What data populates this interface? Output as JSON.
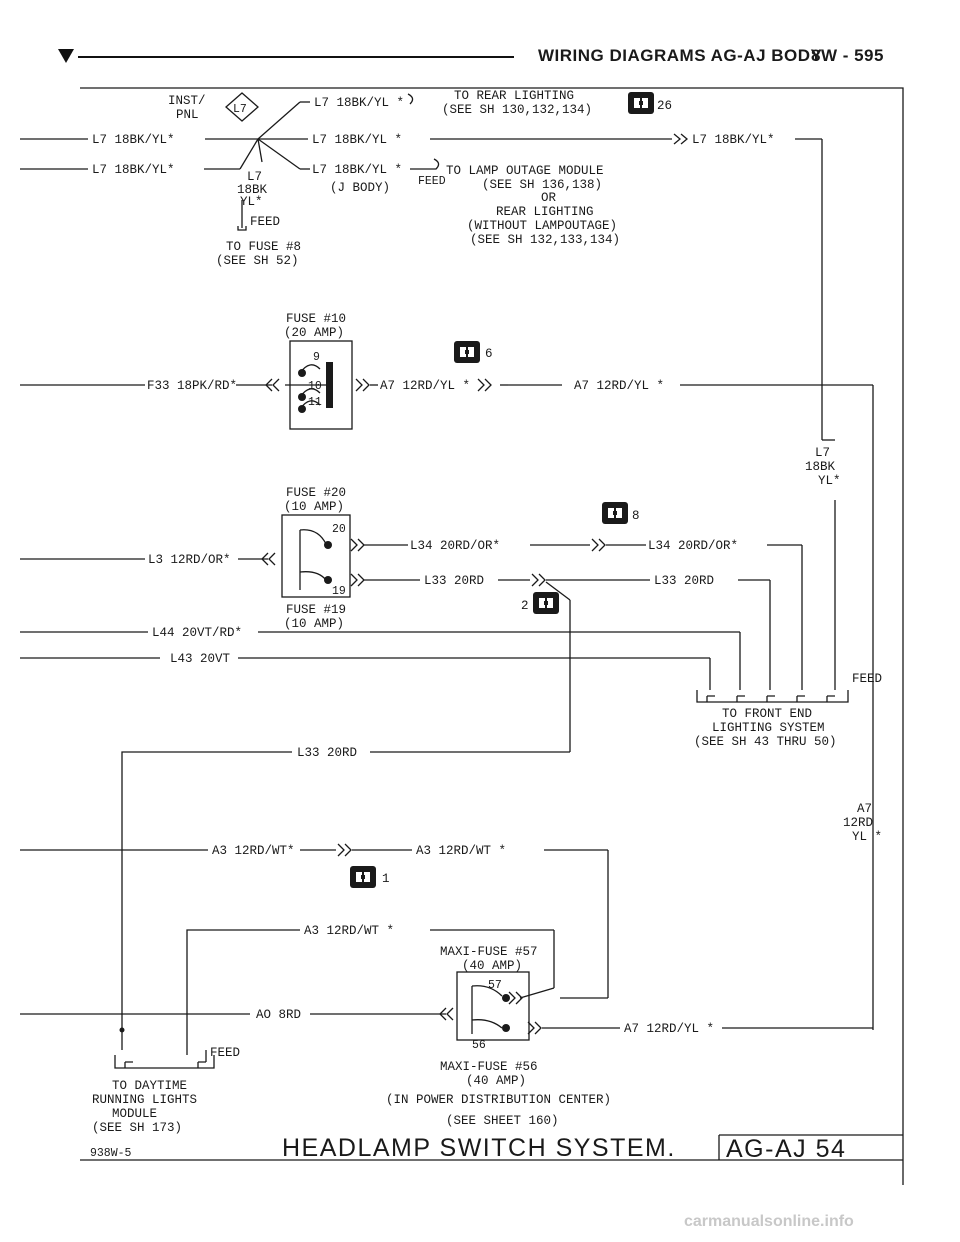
{
  "header": {
    "title": "WIRING DIAGRAMS AG-AJ BODY",
    "page": "8W - 595"
  },
  "footer": {
    "code": "938W-5",
    "system_title": "HEADLAMP SWITCH SYSTEM.",
    "sheet_ref": "AG-AJ  54"
  },
  "watermark": "carmanualsonline.info",
  "icons": {
    "connector": "connector-icon"
  },
  "connectors": {
    "c26": "26",
    "c6": "6",
    "c8": "8",
    "c2": "2",
    "c1": "1"
  },
  "labels": {
    "inst_line1": "INST/",
    "inst_line2": "PNL",
    "diamond": "L7",
    "top_wire": "L7 18BK/YL *",
    "rear_line1": "TO REAR LIGHTING",
    "rear_line2": "(SEE SH 130,132,134)",
    "left1": "L7 18BK/YL*",
    "mid1": "L7 18BK/YL *",
    "right1": "L7 18BK/YL*",
    "left2": "L7 18BK/YL*",
    "v_l7": "L7",
    "v_18bk": "18BK",
    "v_yl": "YL*",
    "mid2": "L7 18BK/YL *",
    "jbody": "(J BODY)",
    "feed_small": "FEED",
    "lamp_line1": "TO LAMP OUTAGE MODULE",
    "lamp_line2": "(SEE SH 136,138)",
    "lamp_or": "OR",
    "lamp_line3": "REAR LIGHTING",
    "lamp_line4": "(WITHOUT LAMPOUTAGE)",
    "lamp_line5": "(SEE SH 132,133,134)",
    "feed_fuse8": "FEED",
    "fuse8_line1": "TO FUSE #8",
    "fuse8_line2": "(SEE SH 52)",
    "fuse10_line1": "FUSE #10",
    "fuse10_line2": "(20 AMP)",
    "pin9": "9",
    "pin10": "10",
    "pin11": "11",
    "f33": "F33 18PK/RD*",
    "a7_mid": "A7 12RD/YL *",
    "a7_right": "A7 12RD/YL *",
    "rv_l7": "L7",
    "rv_18bk": "18BK",
    "rv_yl": "YL*",
    "fuse20_line1": "FUSE #20",
    "fuse20_line2": "(10 AMP)",
    "pin20": "20",
    "pin19": "19",
    "l34_mid": "L34 20RD/OR*",
    "l34_right": "L34 20RD/OR*",
    "l3": "L3 12RD/OR*",
    "l33_mid": "L33 20RD",
    "l33_right": "L33 20RD",
    "fuse19_line1": "FUSE #19",
    "fuse19_line2": "(10 AMP)",
    "l44": "L44 20VT/RD*",
    "l43": "L43 20VT",
    "feed_front": "FEED",
    "front_line1": "TO FRONT END",
    "front_line2": "LIGHTING SYSTEM",
    "front_line3": "(SEE SH 43 THRU 50)",
    "l33_low": "L33 20RD",
    "a7_v1": "A7",
    "a7_v2": "12RD",
    "a7_v3": "YL *",
    "a3_left": "A3 12RD/WT*",
    "a3_right": "A3 12RD/WT *",
    "a3_low": "A3 12RD/WT *",
    "maxi57_line1": "MAXI-FUSE #57",
    "maxi57_line2": "(40 AMP)",
    "pin57": "57",
    "ao": "AO 8RD",
    "pin56": "56",
    "a7_low": "A7 12RD/YL *",
    "feed_drl": "FEED",
    "maxi56_line1": "MAXI-FUSE #56",
    "maxi56_line2": "(40 AMP)",
    "drl_line1": "TO DAYTIME",
    "drl_line2": "RUNNING LIGHTS",
    "drl_line3": "MODULE",
    "drl_line4": "(SEE SH 173)",
    "pdc_line1": "(IN POWER DISTRIBUTION CENTER)",
    "pdc_line2": "(SEE SHEET 160)"
  }
}
